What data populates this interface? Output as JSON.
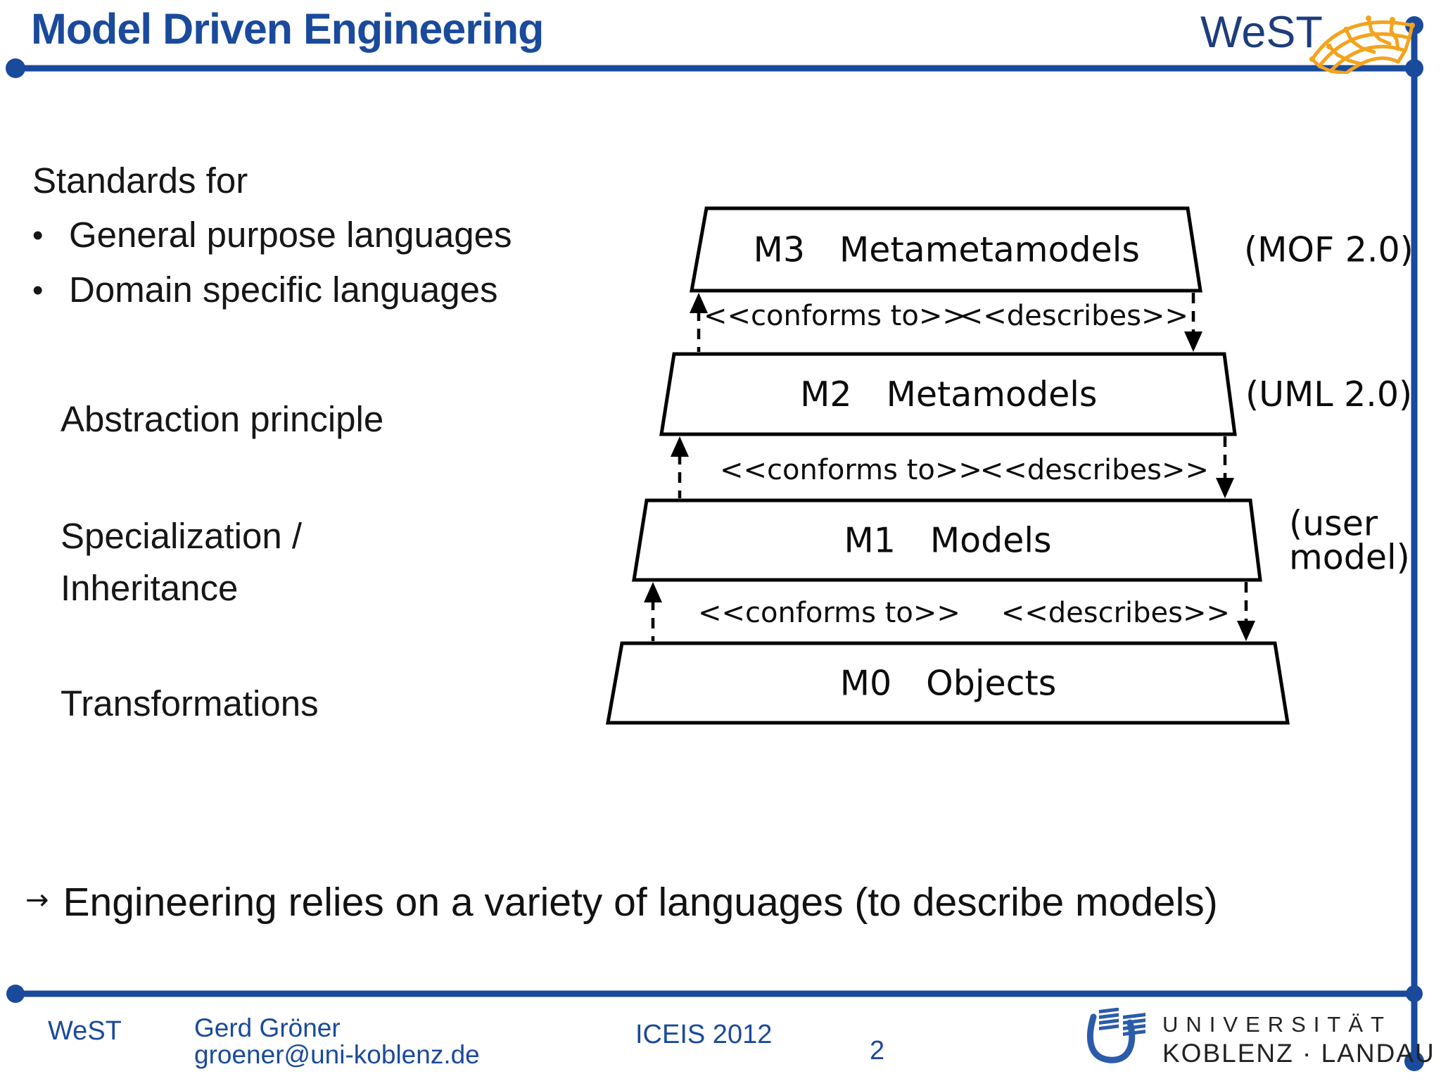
{
  "header": {
    "title": "Model Driven Engineering",
    "logo_text": "WeST"
  },
  "left_panel": {
    "standards_heading": "Standards for",
    "bullet_char": "•",
    "bullets": [
      "General purpose languages",
      "Domain specific languages"
    ],
    "principles": [
      "Abstraction principle",
      "Specialization /",
      "Inheritance",
      "Transformations"
    ]
  },
  "diagram": {
    "layers": [
      {
        "id": "M3",
        "label": "Metametamodels",
        "annotation": [
          "(MOF 2.0)"
        ]
      },
      {
        "id": "M2",
        "label": "Metamodels",
        "annotation": [
          "(UML 2.0)"
        ]
      },
      {
        "id": "M1",
        "label": "Models",
        "annotation": [
          "(user",
          "model)"
        ]
      },
      {
        "id": "M0",
        "label": "Objects",
        "annotation": []
      }
    ],
    "relation_up": "<<conforms to>>",
    "relation_down": "<<describes>>"
  },
  "conclusion": {
    "arrow": "→",
    "text": "Engineering relies on a variety of languages (to describe models)"
  },
  "footer": {
    "group": "WeST",
    "author": "Gerd Gröner",
    "email": "groener@uni-koblenz.de",
    "conference": "ICEIS 2012",
    "page": "2",
    "university_line1": "UNIVERSITÄT",
    "university_line2": "KOBLENZ · LANDAU"
  },
  "colors": {
    "accent_blue": "#1a4a9c",
    "logo_navy": "#1d3d7b",
    "logo_orange": "#f3a31d",
    "ink": "#161616"
  }
}
